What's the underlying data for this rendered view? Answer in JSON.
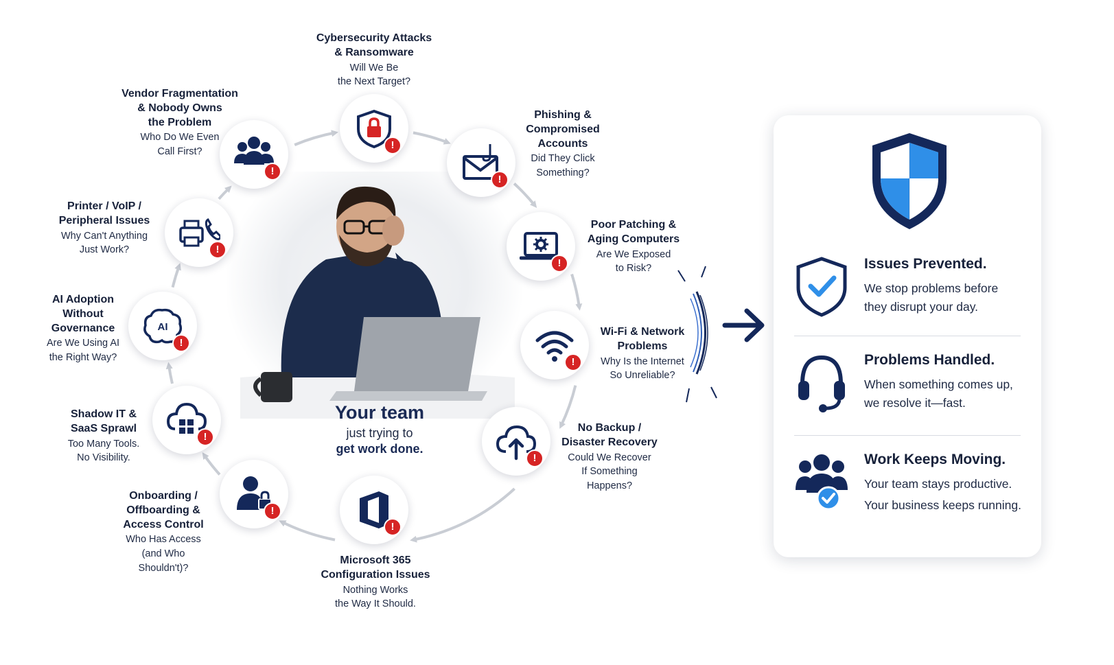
{
  "center": {
    "title": "Your team",
    "line1": "just trying to",
    "line2": "get work done."
  },
  "issues": [
    {
      "id": "cyber",
      "title_lines": [
        "Cybersecurity Attacks",
        "& Ransomware"
      ],
      "sub_lines": [
        "Will We Be",
        "the Next Target?"
      ],
      "icon": "shield-lock-icon"
    },
    {
      "id": "phishing",
      "title_lines": [
        "Phishing &",
        "Compromised",
        "Accounts"
      ],
      "sub_lines": [
        "Did They Click",
        "Something?"
      ],
      "icon": "phishing-email-icon"
    },
    {
      "id": "patching",
      "title_lines": [
        "Poor Patching &",
        "Aging Computers"
      ],
      "sub_lines": [
        "Are We Exposed",
        "to Risk?"
      ],
      "icon": "laptop-gear-icon"
    },
    {
      "id": "wifi",
      "title_lines": [
        "Wi-Fi & Network",
        "Problems"
      ],
      "sub_lines": [
        "Why Is the Internet",
        "So Unreliable?"
      ],
      "icon": "wifi-icon"
    },
    {
      "id": "backup",
      "title_lines": [
        "No Backup /",
        "Disaster Recovery"
      ],
      "sub_lines": [
        "Could We Recover",
        "If Something",
        "Happens?"
      ],
      "icon": "cloud-upload-icon"
    },
    {
      "id": "m365",
      "title_lines": [
        "Microsoft 365",
        "Configuration Issues"
      ],
      "sub_lines": [
        "Nothing Works",
        "the Way It Should."
      ],
      "icon": "office-icon"
    },
    {
      "id": "access",
      "title_lines": [
        "Onboarding /",
        "Offboarding &",
        "Access Control"
      ],
      "sub_lines": [
        "Who Has Access",
        "(and Who",
        "Shouldn't)?"
      ],
      "icon": "user-lock-icon"
    },
    {
      "id": "shadow",
      "title_lines": [
        "Shadow IT &",
        "SaaS Sprawl"
      ],
      "sub_lines": [
        "Too Many Tools.",
        "No Visibility."
      ],
      "icon": "cloud-apps-icon"
    },
    {
      "id": "ai",
      "title_lines": [
        "AI Adoption",
        "Without",
        "Governance"
      ],
      "sub_lines": [
        "Are We Using AI",
        "the Right Way?"
      ],
      "icon": "ai-brain-icon"
    },
    {
      "id": "printer",
      "title_lines": [
        "Printer / VoIP /",
        "Peripheral Issues"
      ],
      "sub_lines": [
        "Why Can't Anything",
        "Just Work?"
      ],
      "icon": "printer-phone-icon"
    },
    {
      "id": "vendor",
      "title_lines": [
        "Vendor Fragmentation",
        "& Nobody Owns",
        "the Problem"
      ],
      "sub_lines": [
        "Who Do We Even",
        "Call First?"
      ],
      "icon": "people-group-icon"
    }
  ],
  "alert_glyph": "!",
  "benefits": [
    {
      "title": "Issues Prevented.",
      "body_lines": [
        "We stop problems before",
        "they disrupt your day."
      ],
      "icon": "shield-check-icon"
    },
    {
      "title": "Problems Handled.",
      "body_lines": [
        "When something comes up,",
        "we resolve it—fast."
      ],
      "icon": "headset-icon"
    },
    {
      "title": "Work Keeps Moving.",
      "body_lines": [
        "Your team stays productive.",
        "Your business keeps running."
      ],
      "icon": "team-check-icon"
    }
  ],
  "colors": {
    "navy": "#14285a",
    "blue": "#2f8fe8",
    "alert_red": "#d62424",
    "ring_gray": "#c9cdd4"
  }
}
